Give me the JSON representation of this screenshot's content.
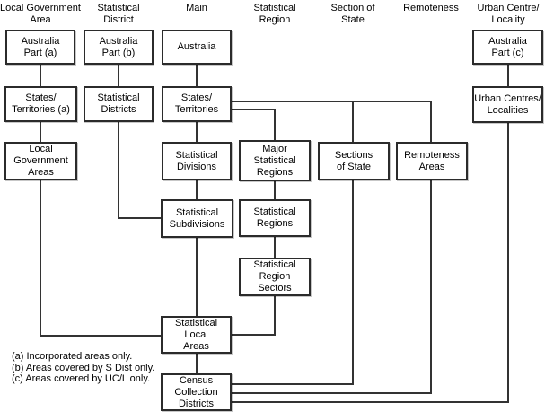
{
  "headers": [
    {
      "id": "local-government-area",
      "label": "Local Government\nArea"
    },
    {
      "id": "statistical-district",
      "label": "Statistical\nDistrict"
    },
    {
      "id": "main",
      "label": "Main"
    },
    {
      "id": "statistical-region",
      "label": "Statistical\nRegion"
    },
    {
      "id": "section-of-state",
      "label": "Section of\nState"
    },
    {
      "id": "remoteness",
      "label": "Remoteness"
    },
    {
      "id": "urban-centre-locality",
      "label": "Urban Centre/\nLocality"
    }
  ],
  "boxes": [
    {
      "id": "australia-part-a",
      "label": "Australia\nPart (a)"
    },
    {
      "id": "australia-part-b",
      "label": "Australia\nPart (b)"
    },
    {
      "id": "australia",
      "label": "Australia"
    },
    {
      "id": "australia-part-c",
      "label": "Australia\nPart (c)"
    },
    {
      "id": "states-territories-a",
      "label": "States/\nTerritories (a)"
    },
    {
      "id": "statistical-districts",
      "label": "Statistical\nDistricts"
    },
    {
      "id": "states-territories",
      "label": "States/\nTerritories"
    },
    {
      "id": "urban-centres-localities",
      "label": "Urban Centres/\nLocalities"
    },
    {
      "id": "local-government-areas",
      "label": "Local\nGovernment\nAreas"
    },
    {
      "id": "statistical-divisions",
      "label": "Statistical\nDivisions"
    },
    {
      "id": "major-statistical-regions",
      "label": "Major\nStatistical\nRegions"
    },
    {
      "id": "sections-of-state",
      "label": "Sections\nof State"
    },
    {
      "id": "remoteness-areas",
      "label": "Remoteness\nAreas"
    },
    {
      "id": "statistical-subdivisions",
      "label": "Statistical\nSubdivisions"
    },
    {
      "id": "statistical-regions",
      "label": "Statistical\nRegions"
    },
    {
      "id": "statistical-region-sectors",
      "label": "Statistical\nRegion\nSectors"
    },
    {
      "id": "statistical-local-areas",
      "label": "Statistical\nLocal\nAreas"
    },
    {
      "id": "census-collection-districts",
      "label": "Census\nCollection\nDistricts"
    }
  ],
  "footnotes": {
    "items": [
      "(a) Incorporated areas only.",
      "(b) Areas covered by S Dist only.",
      "(c) Areas covered by UC/L only."
    ]
  },
  "colors": {
    "background": "#ffffff",
    "box_border": "#2b2b2b",
    "connector": "#333333",
    "text": "#000000"
  }
}
